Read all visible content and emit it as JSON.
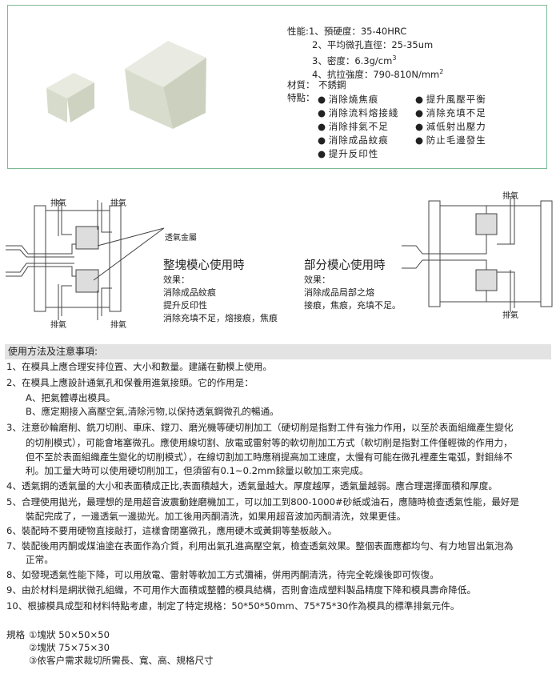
{
  "product_image": {
    "alt_icons": [
      "small-cube",
      "large-cube"
    ]
  },
  "specs": {
    "performance_label": "性能:",
    "performance": [
      {
        "text": "1、預硬度：35-40HRC",
        "sup": ""
      },
      {
        "text": "2、平均微孔直徑：25-35um",
        "sup": ""
      },
      {
        "text": "3、密度：6.3g/cm",
        "sup": "3"
      },
      {
        "text": "4、抗拉強度：790-810N/mm",
        "sup": "2"
      }
    ],
    "material_label": "材質：",
    "material": "不銹鋼",
    "features_label": "特點：",
    "features_col1": [
      "消除燒焦痕",
      "消除流料熔接綫",
      "消除排氣不足",
      "消除成品紋痕",
      "提升反印性"
    ],
    "features_col2": [
      "提升風壓平衡",
      "消除充填不足",
      "減低射出壓力",
      "防止毛邊發生"
    ]
  },
  "diagram_left": {
    "vent_label": "排氣",
    "callout": "透氣金屬",
    "title": "整塊模心使用時",
    "effect_label": "效果：",
    "effects": [
      "消除成品紋痕",
      "提升反印性",
      "消除充填不足，熔接痕，焦痕"
    ]
  },
  "diagram_right": {
    "vent_label": "排氣",
    "title": "部分模心使用時",
    "effect_label": "效果：",
    "effects": [
      "消除成品局部之熔",
      "接痕，焦痕，充填不足。"
    ]
  },
  "usage": {
    "heading": "使用方法及注意事項:",
    "lines": [
      "1、在模具上應合理安排位置、大小和數量。建議在動模上使用。",
      "2、在模具上應設計通氣孔和保養用進氣接頭。它的作用是：",
      "A、把氣體導出模具。",
      "B、應定期接入高壓空氣,清除污物,以保持透氣鋼微孔的暢通。",
      "3、注意砂輪磨削、銑刀切削、車床、鏜刀、磨光機等硬切削加工（硬切削是指對工件有強力作用，以至於表面組織產生變化",
      "的切削模式），可能會堵塞微孔。應使用線切割、放電或雷射等的軟切削加工方式（軟切削是指對工件僅輕微的作用力，",
      "但不至於表面組織產生變化的切削模式），在線切割加工時應稍提高加工速度，太慢有可能在微孔裡產生電弧，對鉬絲不",
      "利。加工量大時可以使用硬切削加工，但須留有0.1~0.2mm餘量以軟加工來完成。",
      "4、透氣鋼的透氣量的大小和表面積成正比,表面積越大，透氣量越大。厚度越厚，透氣量越弱。應合理選擇面積和厚度。",
      "5、合理使用拋光，最理想的是用超音波震動銼磨機加工，可以加工到800-1000#砂紙或油石，應隨時檢查透氣性能，最好是",
      "裝配完成了，一邊透氣一邊拋光。加工後用丙酮清洗，如果用超音波加丙酮清洗，效果更佳。",
      "6、裝配時不要用硬物直接敲打，這樣會閉塞微孔，應用硬木或黃銅等墊板敲入。",
      "7、裝配後用丙酮或煤油塗在表面作為介質，利用出氣孔進高壓空氣，檢查透氣效果。整個表面應都均勻、有力地冒出氣泡為",
      "正常。",
      "8、如發現透氣性能下降，可以用放電、雷射等軟加工方式彌補，併用丙酮清洗，待完全乾燥後即可恢復。",
      "9、由於材料是網狀微孔組織，不可用作大面積或整體的模具結構，否則會造成塑料製品精度下降和模具壽命降低。",
      "10、根據模具成型和材料特點考慮，制定了特定規格：50*50*50mm、75*75*30作為模具的標準排氣元件。"
    ]
  },
  "sizes": {
    "label": "規格",
    "items": [
      "①塊狀 50×50×50",
      "②塊狀 75×75×30",
      "③依客户需求裁切所需長、寬、高、規格尺寸"
    ]
  },
  "colors": {
    "border": "#7dbb96",
    "header_bg": "#e3e3e3"
  }
}
